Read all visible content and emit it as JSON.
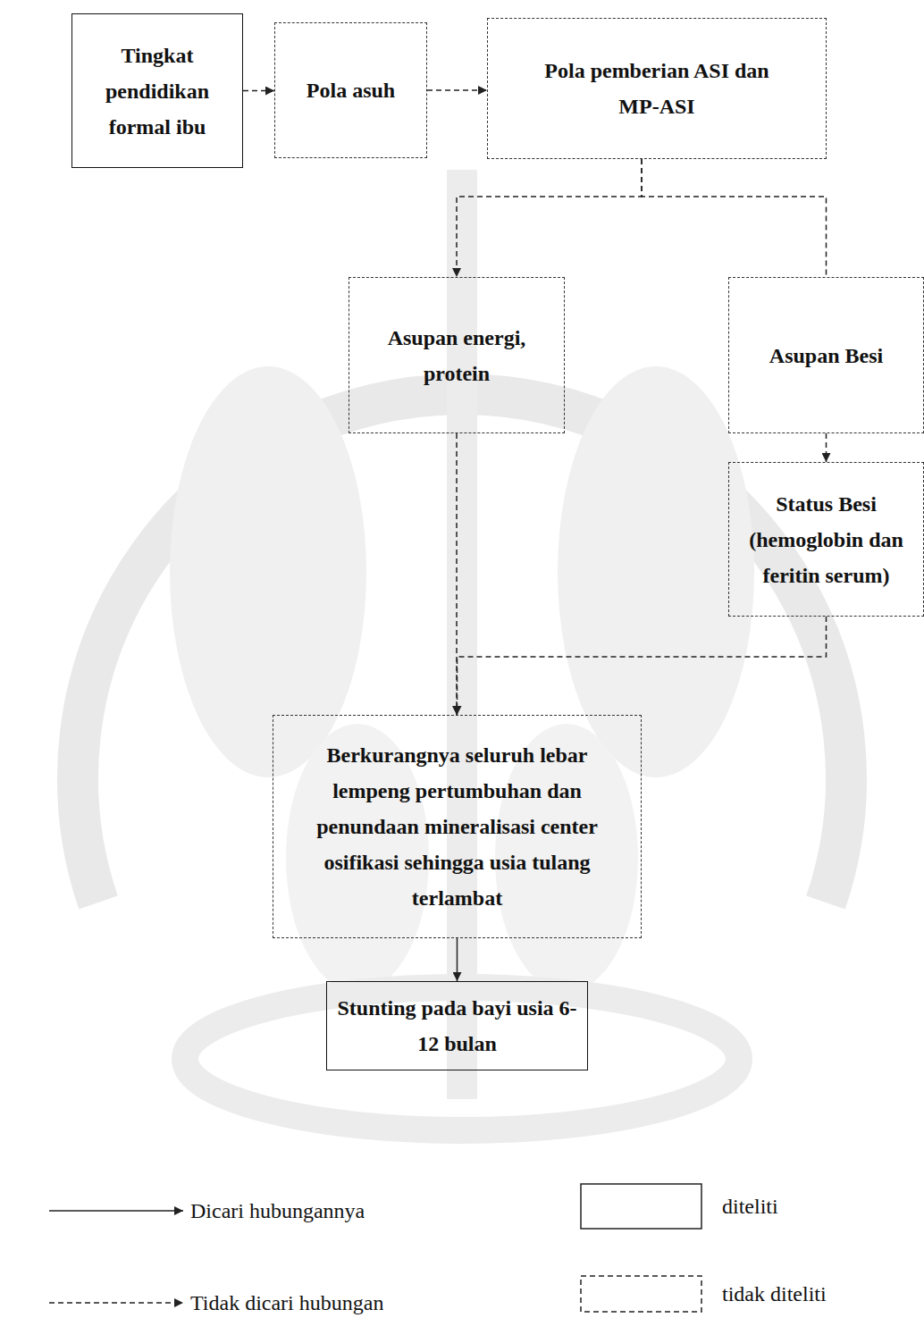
{
  "diagram": {
    "nodes": [
      {
        "text": [
          "Tingkat pendidikan formal ibu"
        ]
      },
      {
        "text": [
          "Pola asuh"
        ]
      },
      {
        "text": [
          "Pola pemberian ASI dan MP-ASI"
        ]
      },
      {
        "text": [
          "Asupan energi, protein"
        ]
      },
      {
        "text": [
          "Asupan Besi"
        ]
      },
      {
        "text": [
          "Status Besi (hemoglobin dan feritin serum)"
        ]
      },
      {
        "text": [
          "Berkurangnya seluruh lebar lempeng pertumbuhan dan penundaan mineralisasi center osifikasi sehingga usia tulang terlambat"
        ]
      },
      {
        "text": [
          "Stunting pada bayi usia 6-12 bulan"
        ]
      }
    ],
    "edges": [
      {
        "from": 0,
        "to": 1,
        "arrow": "to"
      },
      {
        "from": 1,
        "to": 2,
        "arrow": "to"
      },
      {
        "from": 2,
        "to": 3,
        "arrow": "to"
      },
      {
        "from": 2,
        "to": 4,
        "arrow": "none"
      },
      {
        "from": 3,
        "to": 6,
        "arrow": "to"
      },
      {
        "from": 4,
        "to": 5,
        "arrow": "to"
      },
      {
        "from": 5,
        "to": 6,
        "arrow": "to"
      },
      {
        "from": 6,
        "to": 7,
        "arrow": "to"
      }
    ],
    "legend": [
      {
        "text": "Dicari hubungannya"
      },
      {
        "text": "diteliti"
      },
      {
        "text": "Tidak dicari hubungan"
      },
      {
        "text": "tidak diteliti"
      }
    ]
  }
}
